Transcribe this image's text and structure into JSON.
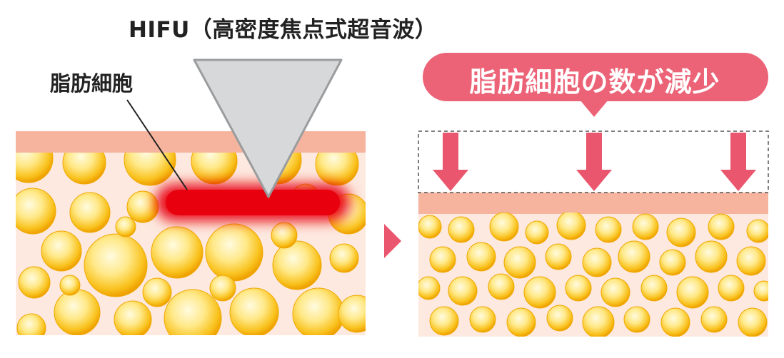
{
  "title": "HIFU（高密度焦点式超音波）",
  "labels": {
    "fat_cells": "脂肪細胞",
    "callout": "脂肪細胞の数が減少"
  },
  "colors": {
    "skin": "#f6b49e",
    "tissue": "#fde9df",
    "fat_outer": "#f2a500",
    "fat_inner": "#ffef9a",
    "heat": "#e8000e",
    "probe_fill": "#d7d8d9",
    "probe_stroke": "#9a9c9e",
    "pink": "#e9566e",
    "callout": "#ec6377"
  },
  "icons": {
    "probe": "hifu-probe-icon",
    "arrow": "down-arrow-icon",
    "next": "right-triangle-icon"
  }
}
